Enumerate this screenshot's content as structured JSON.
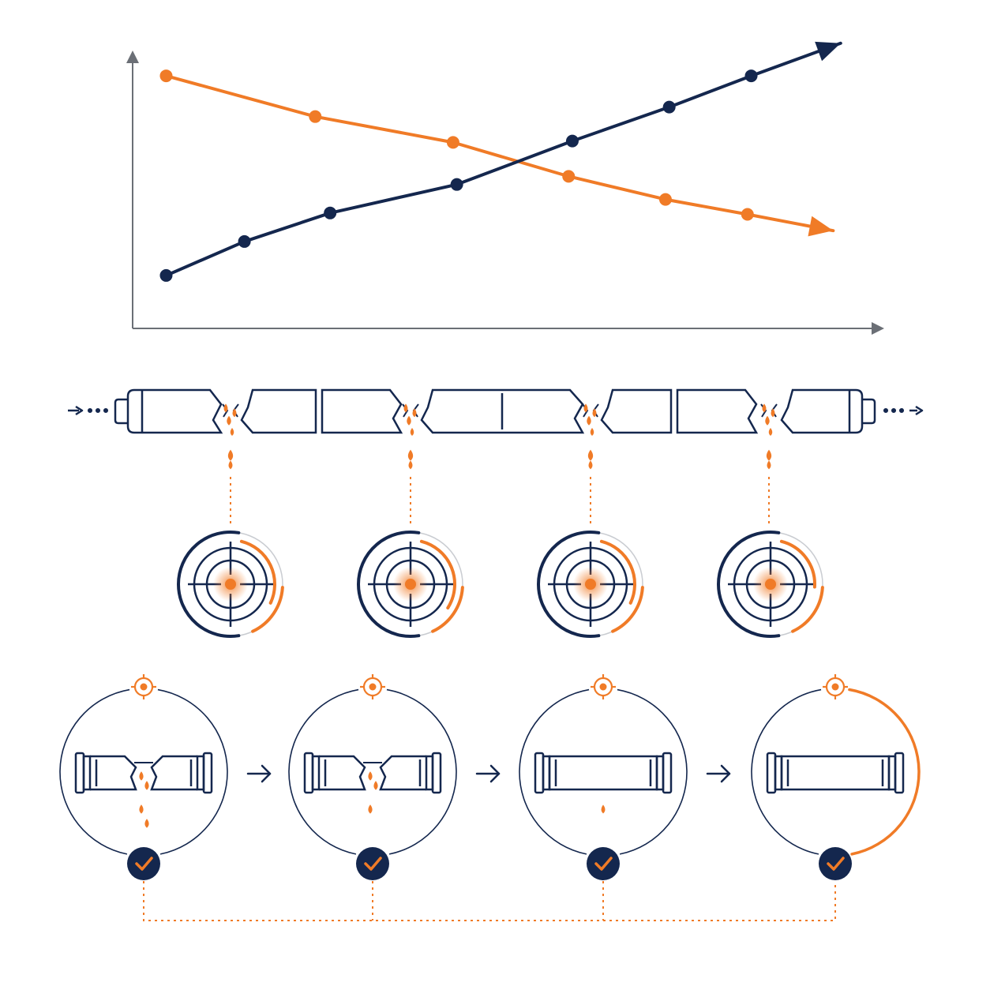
{
  "colors": {
    "navy": "#14274e",
    "orange": "#f07b27",
    "axis": "#6b6f76",
    "light_gray": "#c9ccd1",
    "white": "#ffffff"
  },
  "chart_data": {
    "type": "line",
    "title": "",
    "xlabel": "",
    "ylabel": "",
    "xlim": [
      0,
      10
    ],
    "ylim": [
      0,
      10
    ],
    "grid": false,
    "legend": "none",
    "series": [
      {
        "color": "#f07b27",
        "points": [
          [
            0.45,
            9.3
          ],
          [
            2.45,
            7.8
          ],
          [
            4.3,
            6.85
          ],
          [
            5.85,
            5.6
          ],
          [
            7.15,
            4.75
          ],
          [
            8.25,
            4.2
          ]
        ],
        "end_arrow": [
          9.4,
          3.6
        ]
      },
      {
        "color": "#14274e",
        "points": [
          [
            0.45,
            1.95
          ],
          [
            1.5,
            3.2
          ],
          [
            2.65,
            4.25
          ],
          [
            4.35,
            5.3
          ],
          [
            5.9,
            6.9
          ],
          [
            7.2,
            8.15
          ],
          [
            8.3,
            9.3
          ]
        ],
        "end_arrow": [
          9.5,
          10.5
        ]
      }
    ]
  },
  "diagram": {
    "pipeline": {
      "flow_direction": "left-to-right",
      "segment_count": 7,
      "leak_points": 4
    },
    "leak_targets": [
      {
        "id": 1,
        "arc_extent": 0.28
      },
      {
        "id": 2,
        "arc_extent": 0.3
      },
      {
        "id": 3,
        "arc_extent": 0.28
      },
      {
        "id": 4,
        "arc_extent": 0.22
      }
    ],
    "repair_stages": [
      {
        "id": 1,
        "state": "broken",
        "drops": 4,
        "verified": true,
        "progress": 0.0
      },
      {
        "id": 2,
        "state": "clamped",
        "drops": 3,
        "verified": true,
        "progress": 0.0
      },
      {
        "id": 3,
        "state": "sealed",
        "drops": 1,
        "verified": true,
        "progress": 0.0
      },
      {
        "id": 4,
        "state": "restored",
        "drops": 0,
        "verified": true,
        "progress": 0.5
      }
    ],
    "icons": {
      "target": "crosshair-target-icon",
      "check": "check-badge-icon",
      "arrow": "arrow-right-icon",
      "drop": "leak-drop-icon"
    }
  }
}
